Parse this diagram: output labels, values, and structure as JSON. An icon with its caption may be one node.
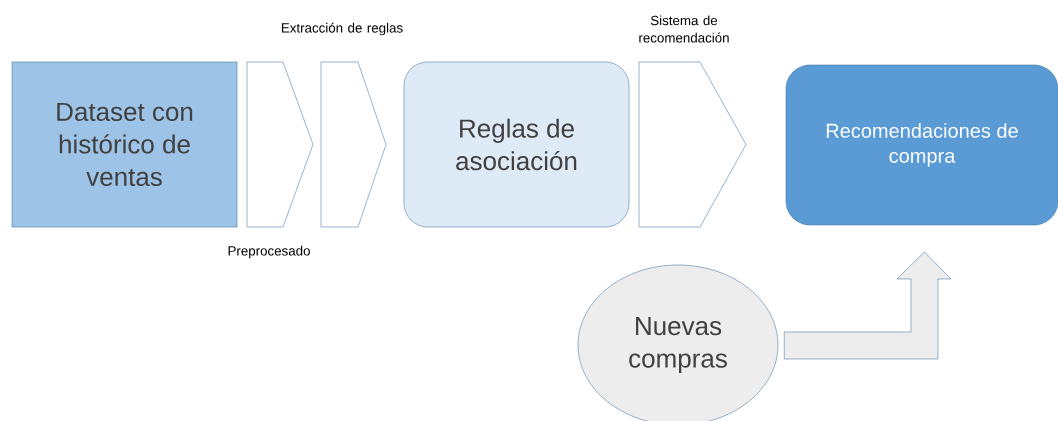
{
  "diagram": {
    "nodes": [
      {
        "text": [
          "Dataset con histórico de ventas"
        ]
      },
      {
        "text": [],
        "shape": "chevron",
        "beside": [
          "Preprocesado"
        ]
      },
      {
        "text": [],
        "shape": "chevron",
        "beside": [
          "Extracción de reglas"
        ]
      },
      {
        "text": [
          "Reglas de asociación"
        ]
      },
      {
        "text": [],
        "shape": "chevron",
        "beside": [
          "Sistema de recomendación"
        ]
      },
      {
        "text": [
          "Recomendaciones de compra"
        ]
      },
      {
        "text": [
          "Nuevas compras"
        ]
      }
    ],
    "edges": [
      {
        "from": 6,
        "to": 5,
        "arrow": "to"
      }
    ]
  }
}
